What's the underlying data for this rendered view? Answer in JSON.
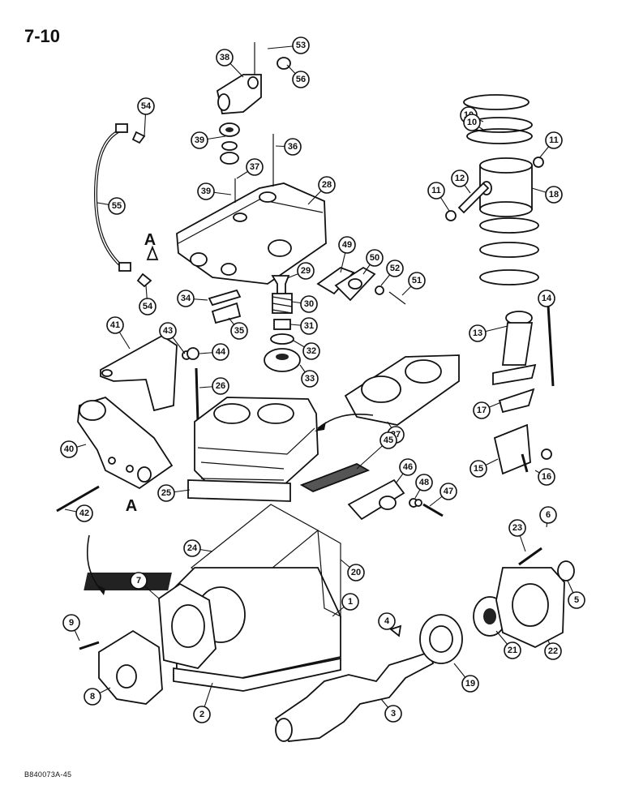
{
  "page": {
    "title": "7-10",
    "code": "B840073A-45"
  },
  "section_letters": [
    "A",
    "A"
  ],
  "callouts": [
    "53",
    "38",
    "56",
    "54",
    "39",
    "36",
    "37",
    "39",
    "28",
    "55",
    "11",
    "10",
    "12",
    "11",
    "18",
    "10",
    "49",
    "50",
    "52",
    "51",
    "29",
    "30",
    "31",
    "34",
    "35",
    "54",
    "41",
    "43",
    "44",
    "32",
    "33",
    "14",
    "13",
    "26",
    "27",
    "40",
    "17",
    "25",
    "45",
    "46",
    "48",
    "47",
    "15",
    "16",
    "42",
    "23",
    "6",
    "24",
    "20",
    "5",
    "7",
    "1",
    "9",
    "4",
    "21",
    "22",
    "19",
    "8",
    "2",
    "3"
  ]
}
